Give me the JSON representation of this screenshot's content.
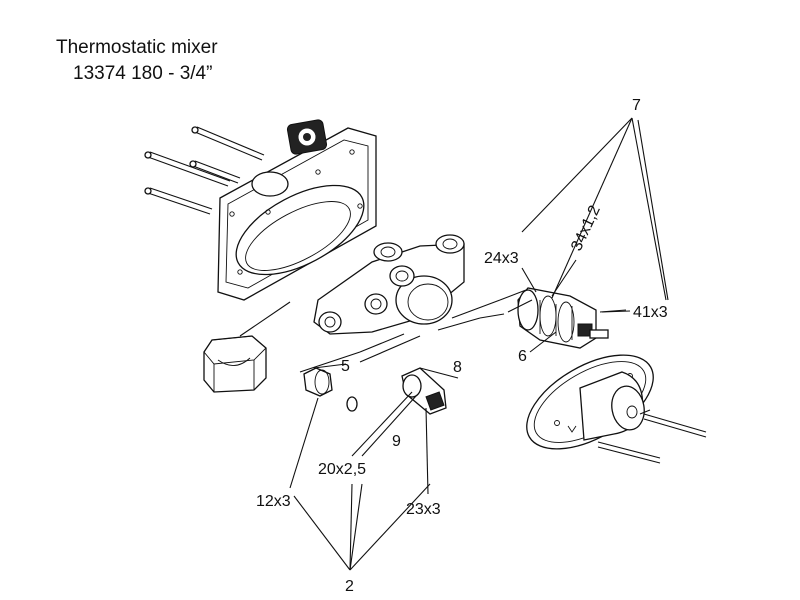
{
  "title": {
    "line1": "Thermostatic mixer",
    "line2": "13374 180 - 3/4”"
  },
  "labels": {
    "part7": "7",
    "seal_24x3": "24x3",
    "seal_34x1_2": "34x1,2",
    "seal_41x3": "41x3",
    "part6": "6",
    "part5": "5",
    "part8": "8",
    "part9": "9",
    "seal_20x2_5": "20x2,5",
    "seal_12x3": "12x3",
    "seal_23x3": "23x3",
    "part2": "2"
  },
  "icons": {
    "brand_logo": "quattro-q-logo"
  }
}
